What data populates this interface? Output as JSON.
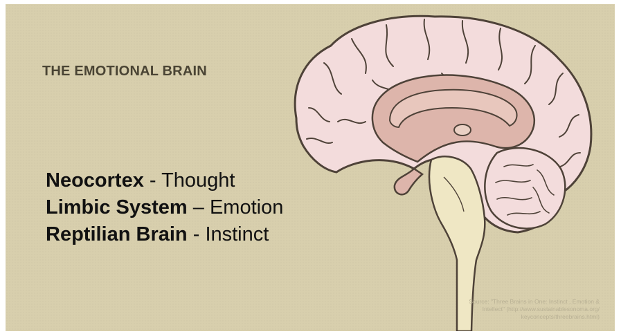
{
  "slide": {
    "title": "THE EMOTIONAL BRAIN",
    "items": [
      {
        "term": "Neocortex",
        "sep": " - ",
        "meaning": "Thought"
      },
      {
        "term": "Limbic System",
        "sep": " – ",
        "meaning": "Emotion"
      },
      {
        "term": "Reptilian Brain",
        "sep": " - ",
        "meaning": "Instinct"
      }
    ],
    "source_lines": [
      "Source: \"Three Brains in One: Instinct , Emotion &",
      "Intellect\" (http://www.sustainablesonoma.org/",
      "keyconcepts/threebrains.html)"
    ]
  },
  "colors": {
    "background": "#d8cfad",
    "cortex": "#f3dcdc",
    "limbic": "#ddb5ab",
    "brainstem": "#efe7c4",
    "outline": "#4e4238"
  }
}
